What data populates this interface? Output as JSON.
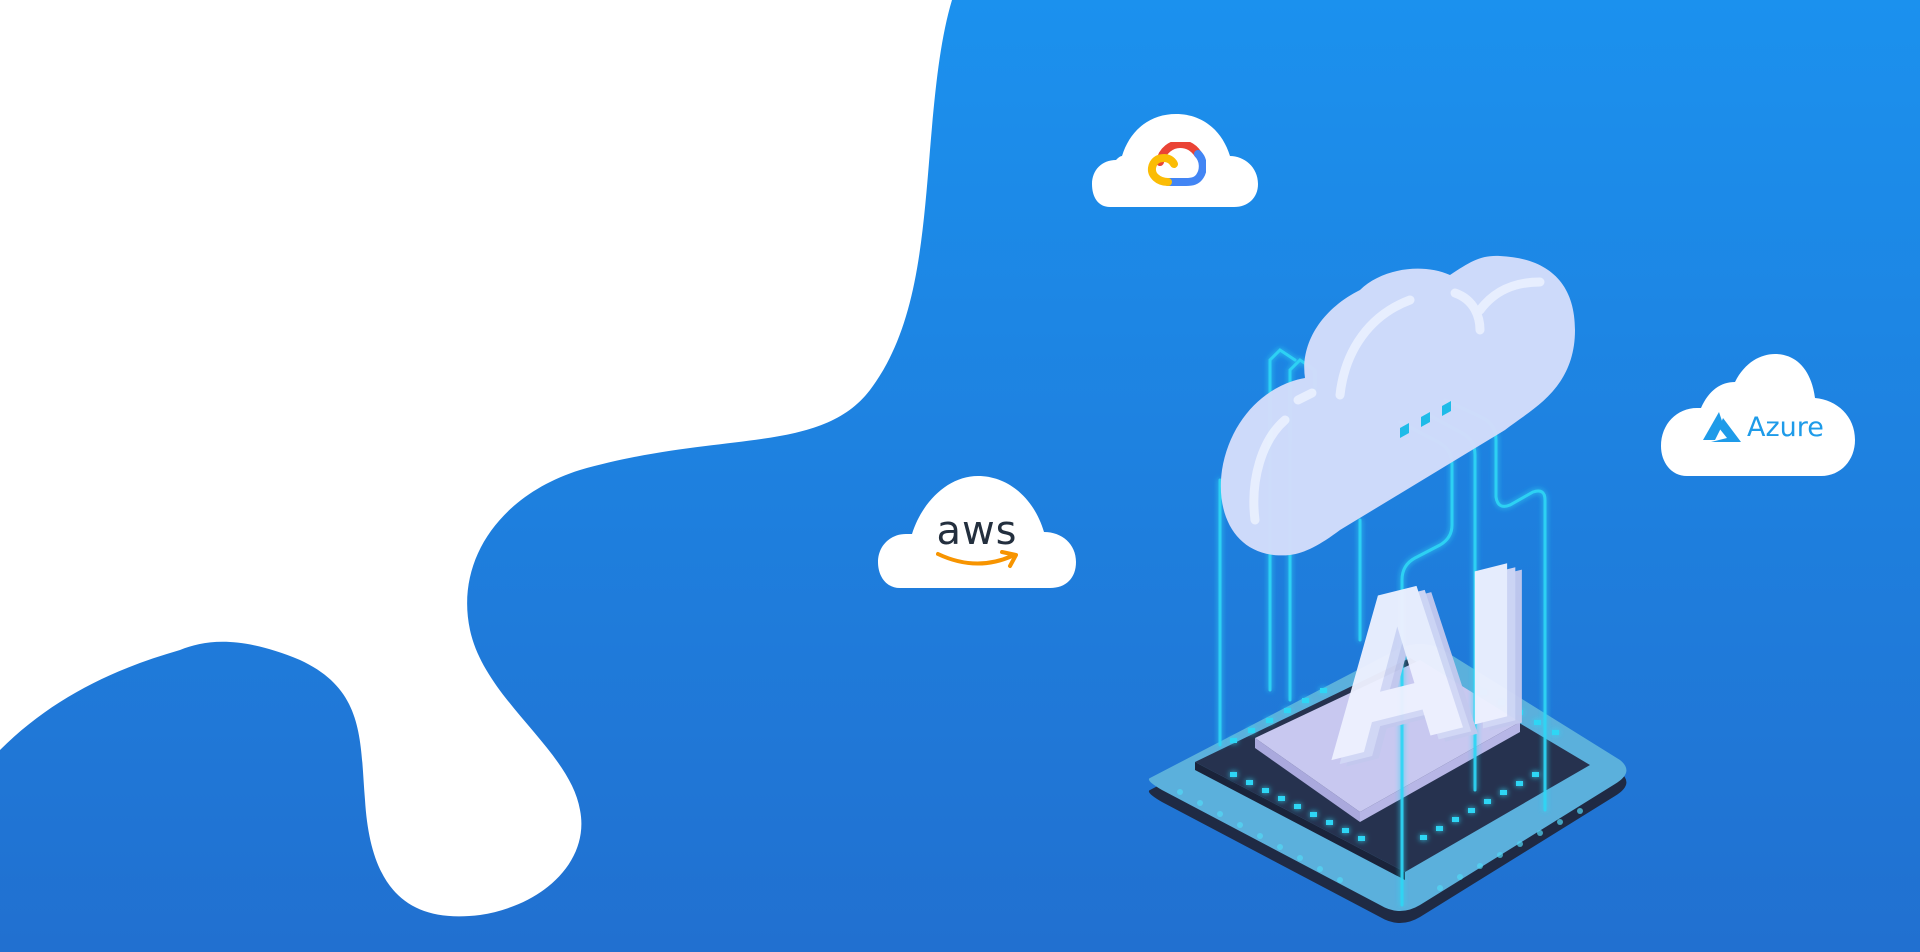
{
  "banner": {
    "description": "Multi-cloud AI illustration",
    "colors": {
      "gradient_top": "#1b91ee",
      "gradient_bottom": "#2170d0",
      "white_blob": "#ffffff",
      "circuit_line": "#2fd6f5",
      "main_cloud": "#d3ddfb",
      "chip_board": "#5bb0dc",
      "chip_dark": "#26324f",
      "chip_pad": "#c8c8f0"
    }
  },
  "logos": {
    "google_cloud": {
      "icon": "google-cloud-icon",
      "colors": [
        "#ea4335",
        "#fbbc05",
        "#4285f4"
      ]
    },
    "aws": {
      "text": "aws",
      "icon": "amazon-smile-arrow-icon",
      "arrow_color": "#f79400"
    },
    "azure": {
      "text": "Azure",
      "icon": "azure-triangle-icon",
      "color": "#1e9be9"
    }
  },
  "illustration": {
    "chip_label": "AI"
  }
}
